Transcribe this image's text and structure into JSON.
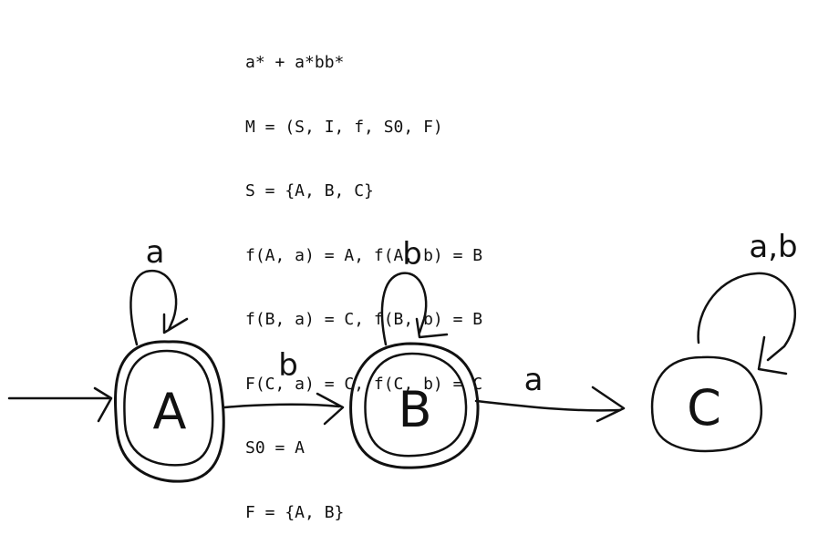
{
  "notes": {
    "lines": [
      "a* + a*bb*",
      "M = (S, I, f, S0, F)",
      "S = {A, B, C}",
      "f(A, a) = A, f(A, b) = B",
      "f(B, a) = C, f(B, b) = B",
      "F(C, a) = C, f(C, b) = C",
      "S0 = A",
      "F = {A, B}"
    ]
  },
  "diagram": {
    "states": [
      {
        "id": "A",
        "label": "A",
        "accepting": true,
        "initial": true
      },
      {
        "id": "B",
        "label": "B",
        "accepting": true,
        "initial": false
      },
      {
        "id": "C",
        "label": "C",
        "accepting": false,
        "initial": false
      }
    ],
    "transitions": [
      {
        "from": "A",
        "to": "A",
        "label": "a"
      },
      {
        "from": "A",
        "to": "B",
        "label": "b"
      },
      {
        "from": "B",
        "to": "B",
        "label": "b"
      },
      {
        "from": "B",
        "to": "C",
        "label": "a"
      },
      {
        "from": "C",
        "to": "C",
        "label": "a,b"
      }
    ]
  }
}
